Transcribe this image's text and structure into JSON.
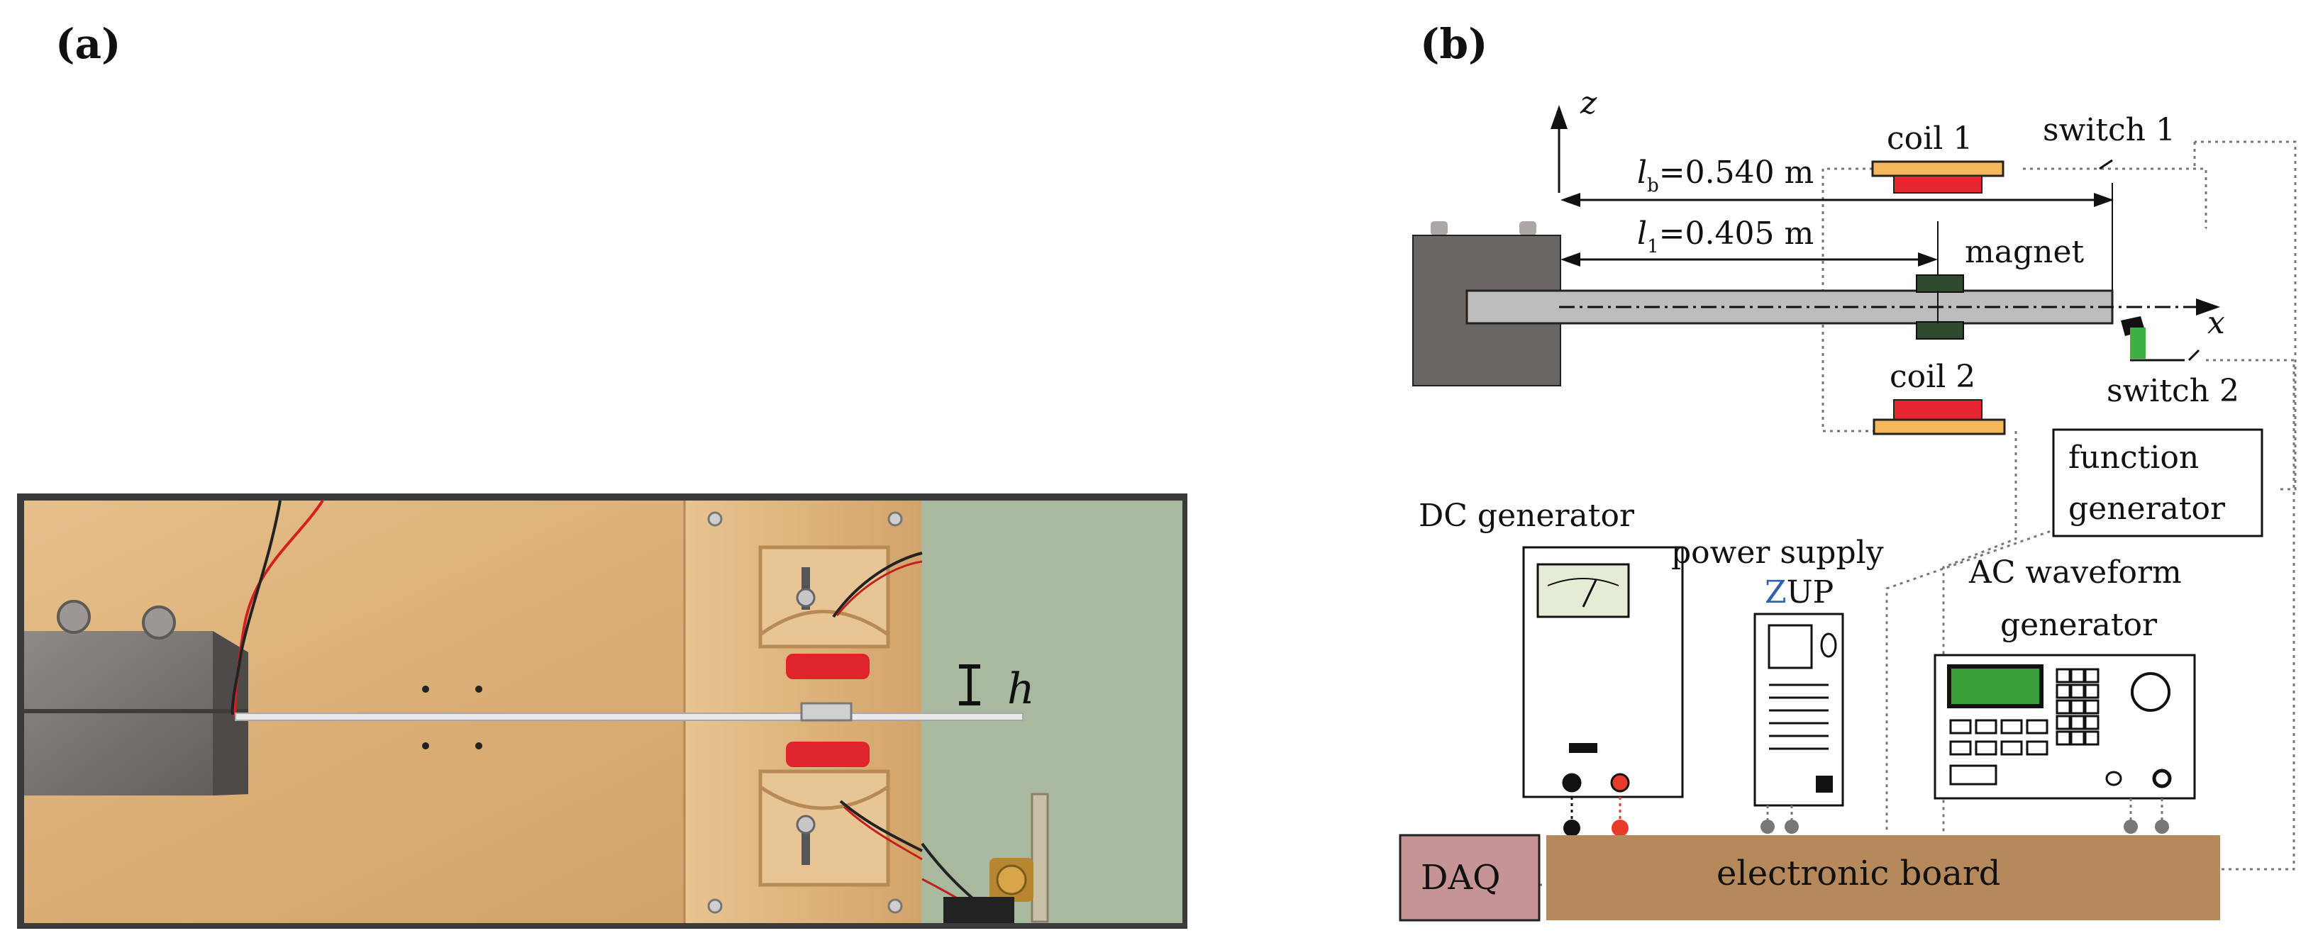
{
  "panels": {
    "a_label": "(a)",
    "b_label": "(b)"
  },
  "photo": {
    "height_symbol": "h"
  },
  "schematic": {
    "axis_z": "z",
    "axis_x": "x",
    "dimension_lb": {
      "symbol": "l",
      "subscript": "b",
      "value": "=0.540 m"
    },
    "dimension_l1": {
      "symbol": "l",
      "subscript": "1",
      "value": "=0.405 m"
    },
    "coil1": "coil 1",
    "coil2": "coil 2",
    "switch1": "switch 1",
    "switch2": "switch 2",
    "magnet": "magnet",
    "function_generator": [
      "function",
      "generator"
    ],
    "dc_generator": "DC generator",
    "power_supply": "power supply",
    "zup_z": "Z",
    "zup_rest": "UP",
    "ac_generator": [
      "AC waveform",
      "generator"
    ],
    "daq": "DAQ",
    "electronic_board": "electronic board"
  },
  "colors": {
    "coil_orange": "#f5b85a",
    "coil_red": "#e8262f",
    "magnet_green": "#2f4a2f",
    "switch_green": "#3cb043",
    "board_brown": "#b5895b",
    "daq_pink": "#c69494",
    "clamp_gray": "#6a6664",
    "beam_gray": "#bdbdbd",
    "zup_blue": "#2f5fb0",
    "ac_screen": "#3aa13a",
    "dc_probe_red": "#e83a2a"
  }
}
